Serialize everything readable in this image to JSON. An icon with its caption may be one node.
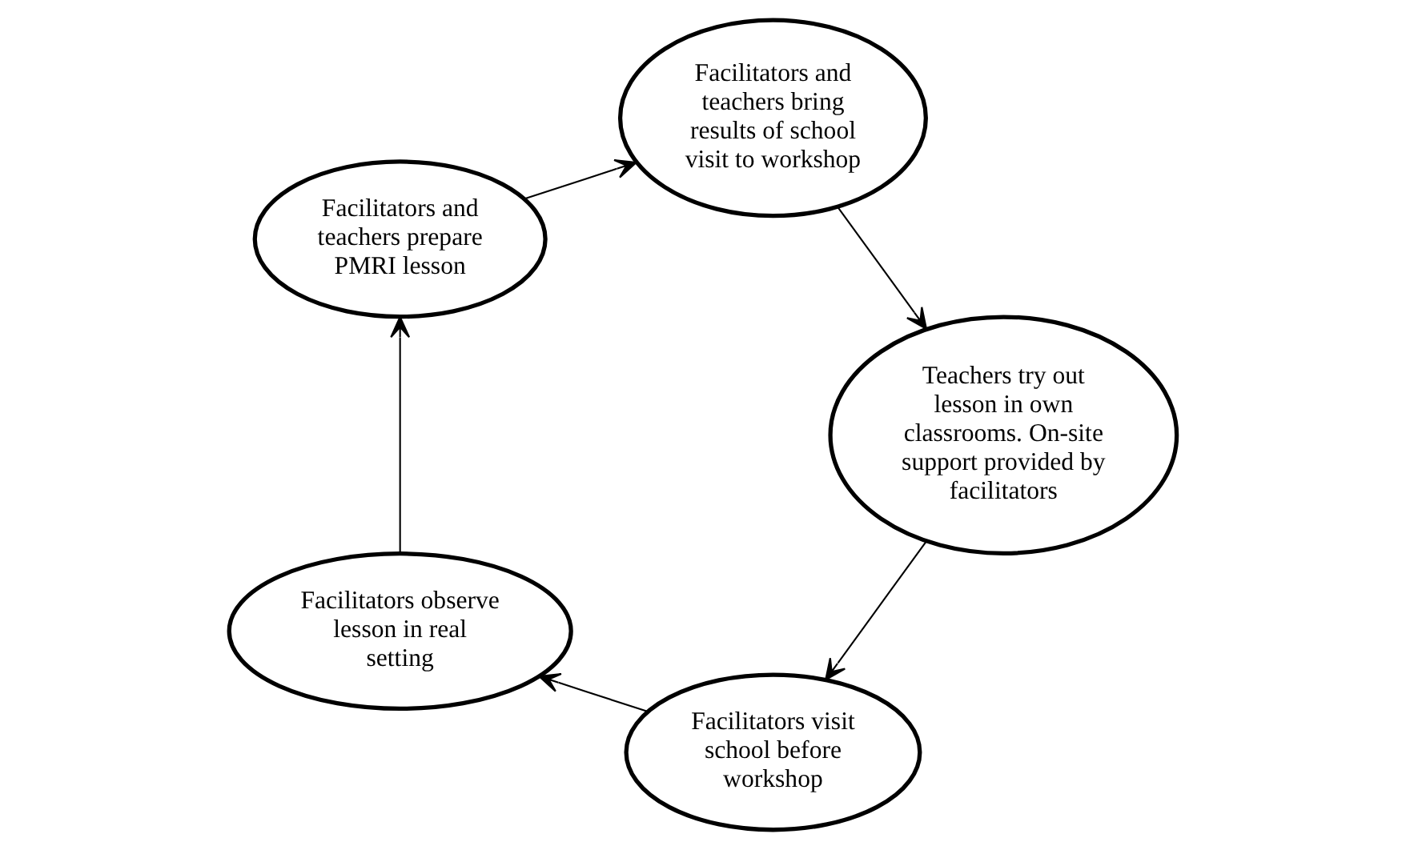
{
  "diagram": {
    "nodes": [
      {
        "text": [
          "Facilitators visit school before workshop"
        ]
      },
      {
        "text": [
          "Facilitators observe lesson in real setting"
        ]
      },
      {
        "text": [
          "Facilitators and teachers prepare PMRI lesson"
        ]
      },
      {
        "text": [
          "Facilitators and teachers bring results of school visit to workshop"
        ]
      },
      {
        "text": [
          "Teachers try out lesson in own classrooms. On-site support provided by facilitators"
        ]
      }
    ],
    "edges": [
      {
        "from": 0,
        "to": 1,
        "arrow": "to"
      },
      {
        "from": 1,
        "to": 2,
        "arrow": "to"
      },
      {
        "from": 2,
        "to": 3,
        "arrow": "to"
      },
      {
        "from": 3,
        "to": 4,
        "arrow": "to"
      },
      {
        "from": 4,
        "to": 0,
        "arrow": "to"
      }
    ]
  }
}
